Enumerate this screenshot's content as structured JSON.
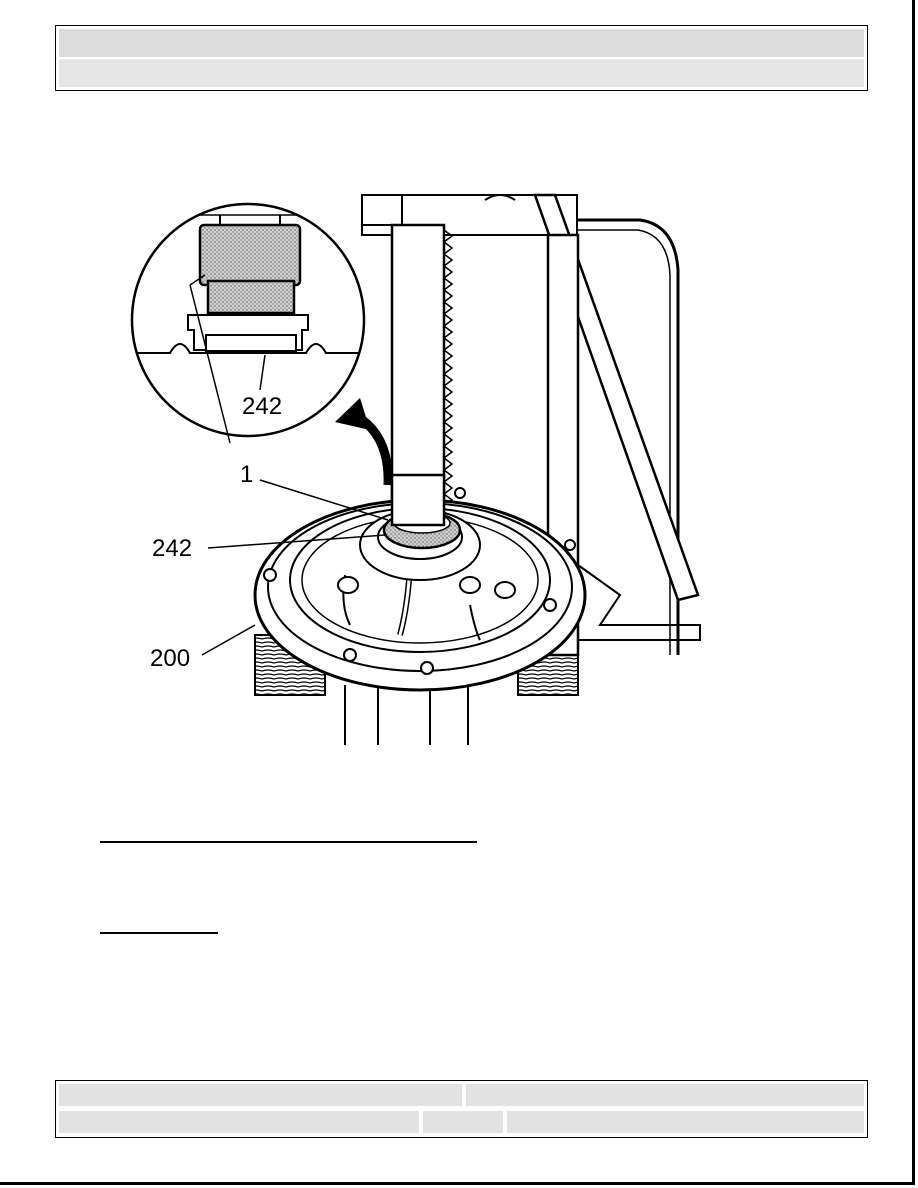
{
  "header": {
    "row1_text": "",
    "row2_text": ""
  },
  "figure": {
    "callouts": {
      "inset_242": "242",
      "label_1": "1",
      "label_242": "242",
      "label_200": "200"
    }
  },
  "body": {
    "link1_text": "",
    "link2_text": ""
  },
  "footer": {
    "cell_top_left": "",
    "cell_top_right": "",
    "cell_bottom_left": "",
    "cell_bottom_mid": "",
    "cell_bottom_right": ""
  }
}
